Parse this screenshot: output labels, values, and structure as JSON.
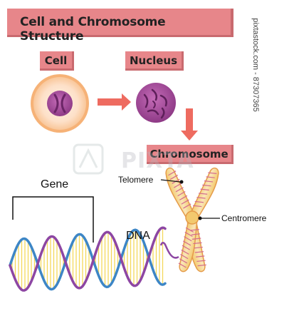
{
  "title": "Cell and Chromosome Structure",
  "labels": {
    "cell": "Cell",
    "nucleus": "Nucleus",
    "chromosome": "Chromosome",
    "gene": "Gene",
    "dna": "DNA",
    "telomere": "Telomere",
    "centromere": "Centromere"
  },
  "watermark": "PIXTA",
  "side_text": "pixtastock.com - 87307365",
  "colors": {
    "banner": "#e7868a",
    "arrow": "#ee6b60",
    "cell_outer": "#f6b277",
    "cell_inner": "#fde7d7",
    "nucleus": "#a84d9c",
    "helix_blue": "#3d86c6",
    "helix_purple": "#8d46a3",
    "rungs": "#f3d85a",
    "chromosome_fill": "#f6d99b",
    "chromosome_edge": "#e59b4a"
  }
}
